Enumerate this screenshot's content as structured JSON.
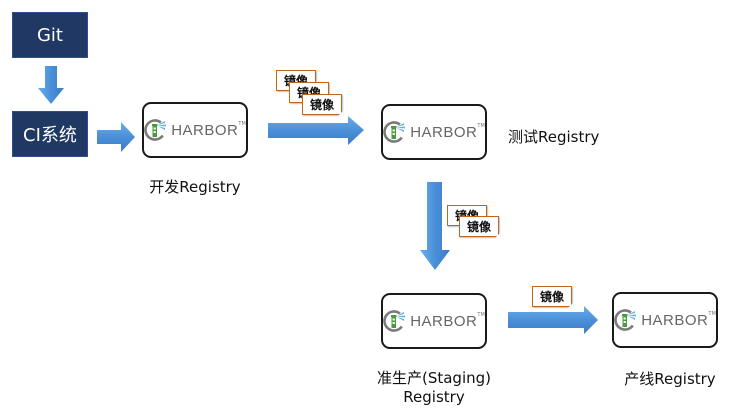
{
  "sources": {
    "git": "Git",
    "ci": "CI系统"
  },
  "registries": {
    "dev": {
      "brand": "HARBOR",
      "tm": "TM",
      "label": "开发Registry"
    },
    "test": {
      "brand": "HARBOR",
      "tm": "TM",
      "label": "测试Registry"
    },
    "staging": {
      "brand": "HARBOR",
      "tm": "TM",
      "label_line1": "准生产(Staging)",
      "label_line2": "Registry"
    },
    "prod": {
      "brand": "HARBOR",
      "tm": "TM",
      "label": "产线Registry"
    }
  },
  "images": {
    "label": "镜像"
  },
  "colors": {
    "source_box": "#1f3864",
    "arrow": "#4a90d9",
    "note_border": "#c0651e",
    "harbor_green": "#4a9b3c",
    "harbor_blue": "#5fb3e0"
  }
}
